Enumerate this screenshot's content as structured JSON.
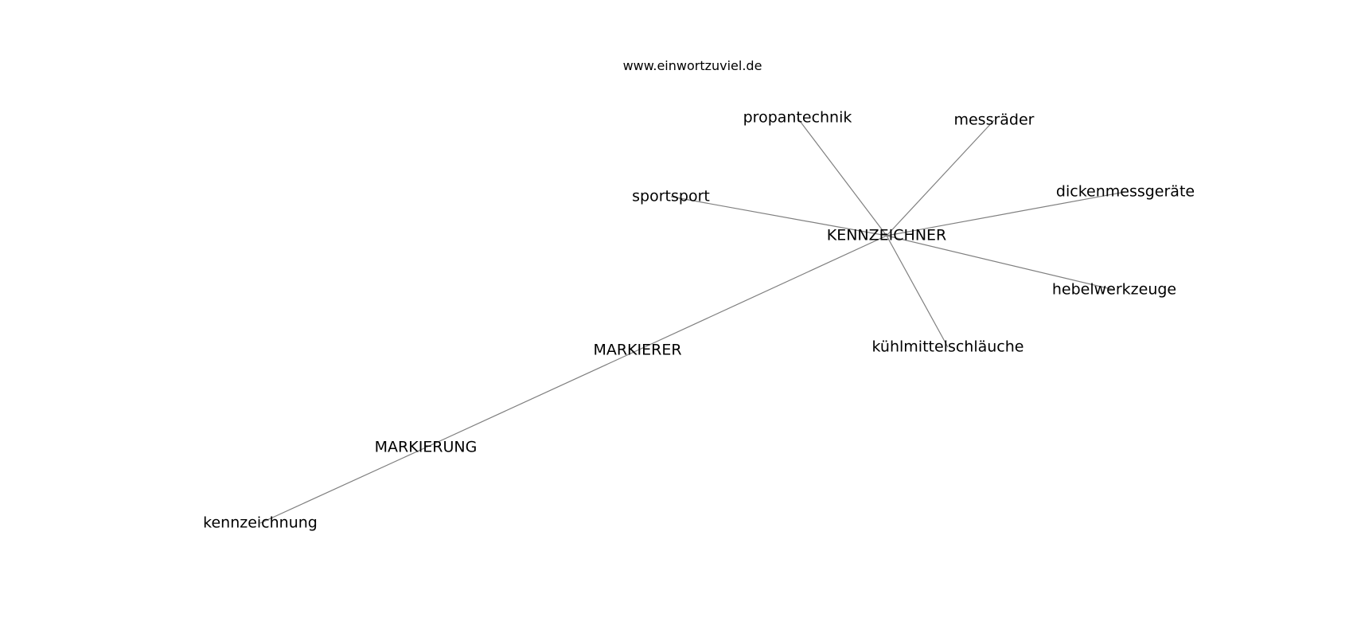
{
  "source": "www.einwortzuviel.de",
  "nodes": [
    {
      "id": "kennzeichner",
      "label": "KENNZEICHNER"
    },
    {
      "id": "propantechnik",
      "label": "propantechnik"
    },
    {
      "id": "messraeder",
      "label": "messräder"
    },
    {
      "id": "sportsport",
      "label": "sportsport"
    },
    {
      "id": "dickenmessgeraete",
      "label": "dickenmessgeräte"
    },
    {
      "id": "hebelwerkzeuge",
      "label": "hebelwerkzeuge"
    },
    {
      "id": "kuehlmittelschlaeuche",
      "label": "kühlmittelschläuche"
    },
    {
      "id": "markierer",
      "label": "MARKIERER"
    },
    {
      "id": "markierung",
      "label": "MARKIERUNG"
    },
    {
      "id": "kennzeichnung",
      "label": "kennzeichnung"
    }
  ],
  "edges": [
    {
      "from": "kennzeichner",
      "to": "propantechnik"
    },
    {
      "from": "kennzeichner",
      "to": "messraeder"
    },
    {
      "from": "kennzeichner",
      "to": "sportsport"
    },
    {
      "from": "kennzeichner",
      "to": "dickenmessgeraete"
    },
    {
      "from": "kennzeichner",
      "to": "hebelwerkzeuge"
    },
    {
      "from": "kennzeichner",
      "to": "kuehlmittelschlaeuche"
    },
    {
      "from": "kennzeichner",
      "to": "markierer"
    },
    {
      "from": "markierer",
      "to": "markierung"
    },
    {
      "from": "markierung",
      "to": "kennzeichnung"
    }
  ]
}
